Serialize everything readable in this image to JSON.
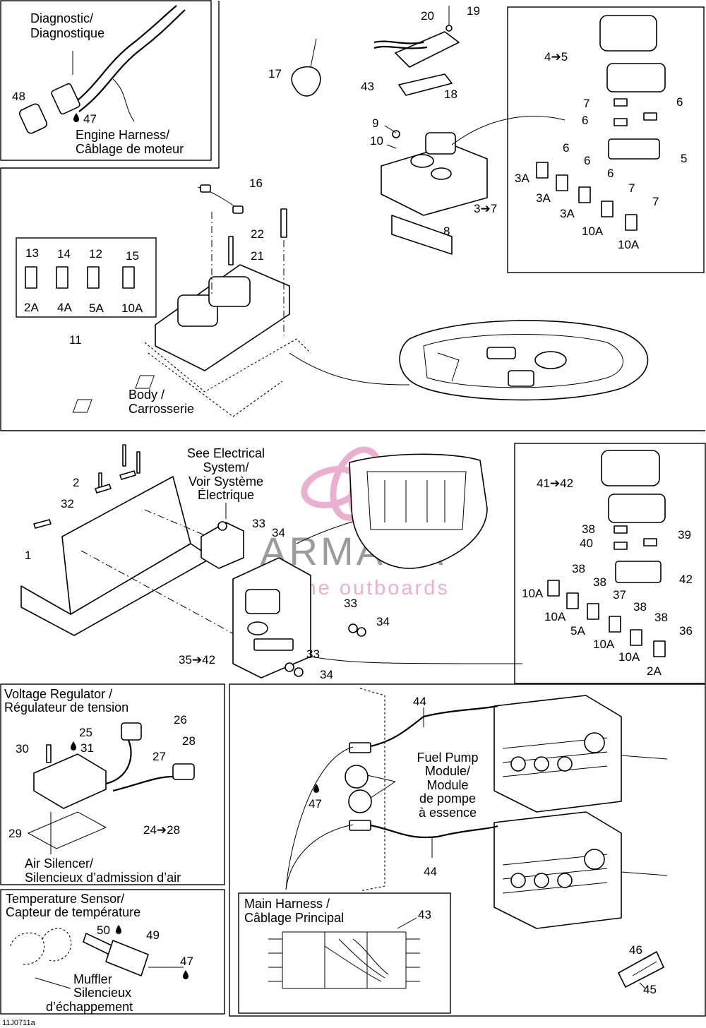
{
  "colors": {
    "line": "#000000",
    "background": "#ffffff",
    "watermark_pink": "#e8a3c7",
    "watermark_gray": "#8a8a8a"
  },
  "panels": {
    "diagnostic": {
      "title_en": "Diagnostic/",
      "title_fr": "Diagnostique",
      "harness_en": "Engine Harness/",
      "harness_fr": "Câblage de moteur"
    },
    "body": {
      "label_en": "Body /",
      "label_fr": "Carrosserie"
    },
    "fuses_top": {
      "values": [
        "3A",
        "3A",
        "3A",
        "10A",
        "10A"
      ]
    },
    "fuses_left": {
      "numbers": [
        "13",
        "14",
        "12",
        "15"
      ],
      "values": [
        "2A",
        "4A",
        "5A",
        "10A"
      ]
    },
    "electrical": {
      "line1": "See Electrical",
      "line2": "System/",
      "line3": "Voir Système",
      "line4": "Électrique"
    },
    "fuses_right": {
      "values": [
        "10A",
        "10A",
        "5A",
        "10A",
        "10A",
        "2A"
      ]
    },
    "voltage_regulator": {
      "title_en": "Voltage Regulator /",
      "title_fr": "Régulateur de tension",
      "silencer_en": "Air Silencer/",
      "silencer_fr": "Silencieux d’admission d’air"
    },
    "temperature_sensor": {
      "title_en": "Temperature Sensor/",
      "title_fr": "Capteur de température",
      "muffler_en": "Muffler",
      "muffler_fr1": "Silencieux",
      "muffler_fr2": "d’échappement"
    },
    "fuel_pump": {
      "line1": "Fuel Pump",
      "line2": "Module/",
      "line3": "Module",
      "line4": "de pompe",
      "line5": "à essence"
    },
    "main_harness": {
      "title_en": "Main Harness /",
      "title_fr": "Câblage Principal"
    }
  },
  "callouts": {
    "c48": "48",
    "c47a": "47",
    "c20": "20",
    "c19": "19",
    "c17": "17",
    "c43a": "43",
    "c18": "18",
    "c4_5": "4➔5",
    "c7a": "7",
    "c6a": "6",
    "c6b": "6",
    "c5": "5",
    "c9": "9",
    "c10": "10",
    "c6c": "6",
    "c6d": "6",
    "c6e": "6",
    "c7b": "7",
    "c7c": "7",
    "c3_7": "3➔7",
    "c8": "8",
    "c16": "16",
    "c22": "22",
    "c21": "21",
    "c11": "11",
    "c2": "2",
    "c32": "32",
    "c1": "1",
    "c33a": "33",
    "c34a": "34",
    "c33b": "33",
    "c34b": "34",
    "c33c": "33",
    "c34c": "34",
    "c35_42": "35➔42",
    "c41_42": "41➔42",
    "c38a": "38",
    "c39": "39",
    "c40": "40",
    "c42": "42",
    "c38b": "38",
    "c38c": "38",
    "c37": "37",
    "c38d": "38",
    "c38e": "38",
    "c36": "36",
    "c26": "26",
    "c25": "25",
    "c30": "30",
    "c31": "31",
    "c28": "28",
    "c27": "27",
    "c29": "29",
    "c24_28": "24➔28",
    "c50": "50",
    "c49": "49",
    "c47b": "47",
    "c44a": "44",
    "c47c": "47",
    "c44b": "44",
    "c43b": "43",
    "c46": "46",
    "c45": "45"
  },
  "watermark": {
    "brand": "ARMADA",
    "tagline": "marine outboards"
  },
  "figure_id": "11J0711a"
}
